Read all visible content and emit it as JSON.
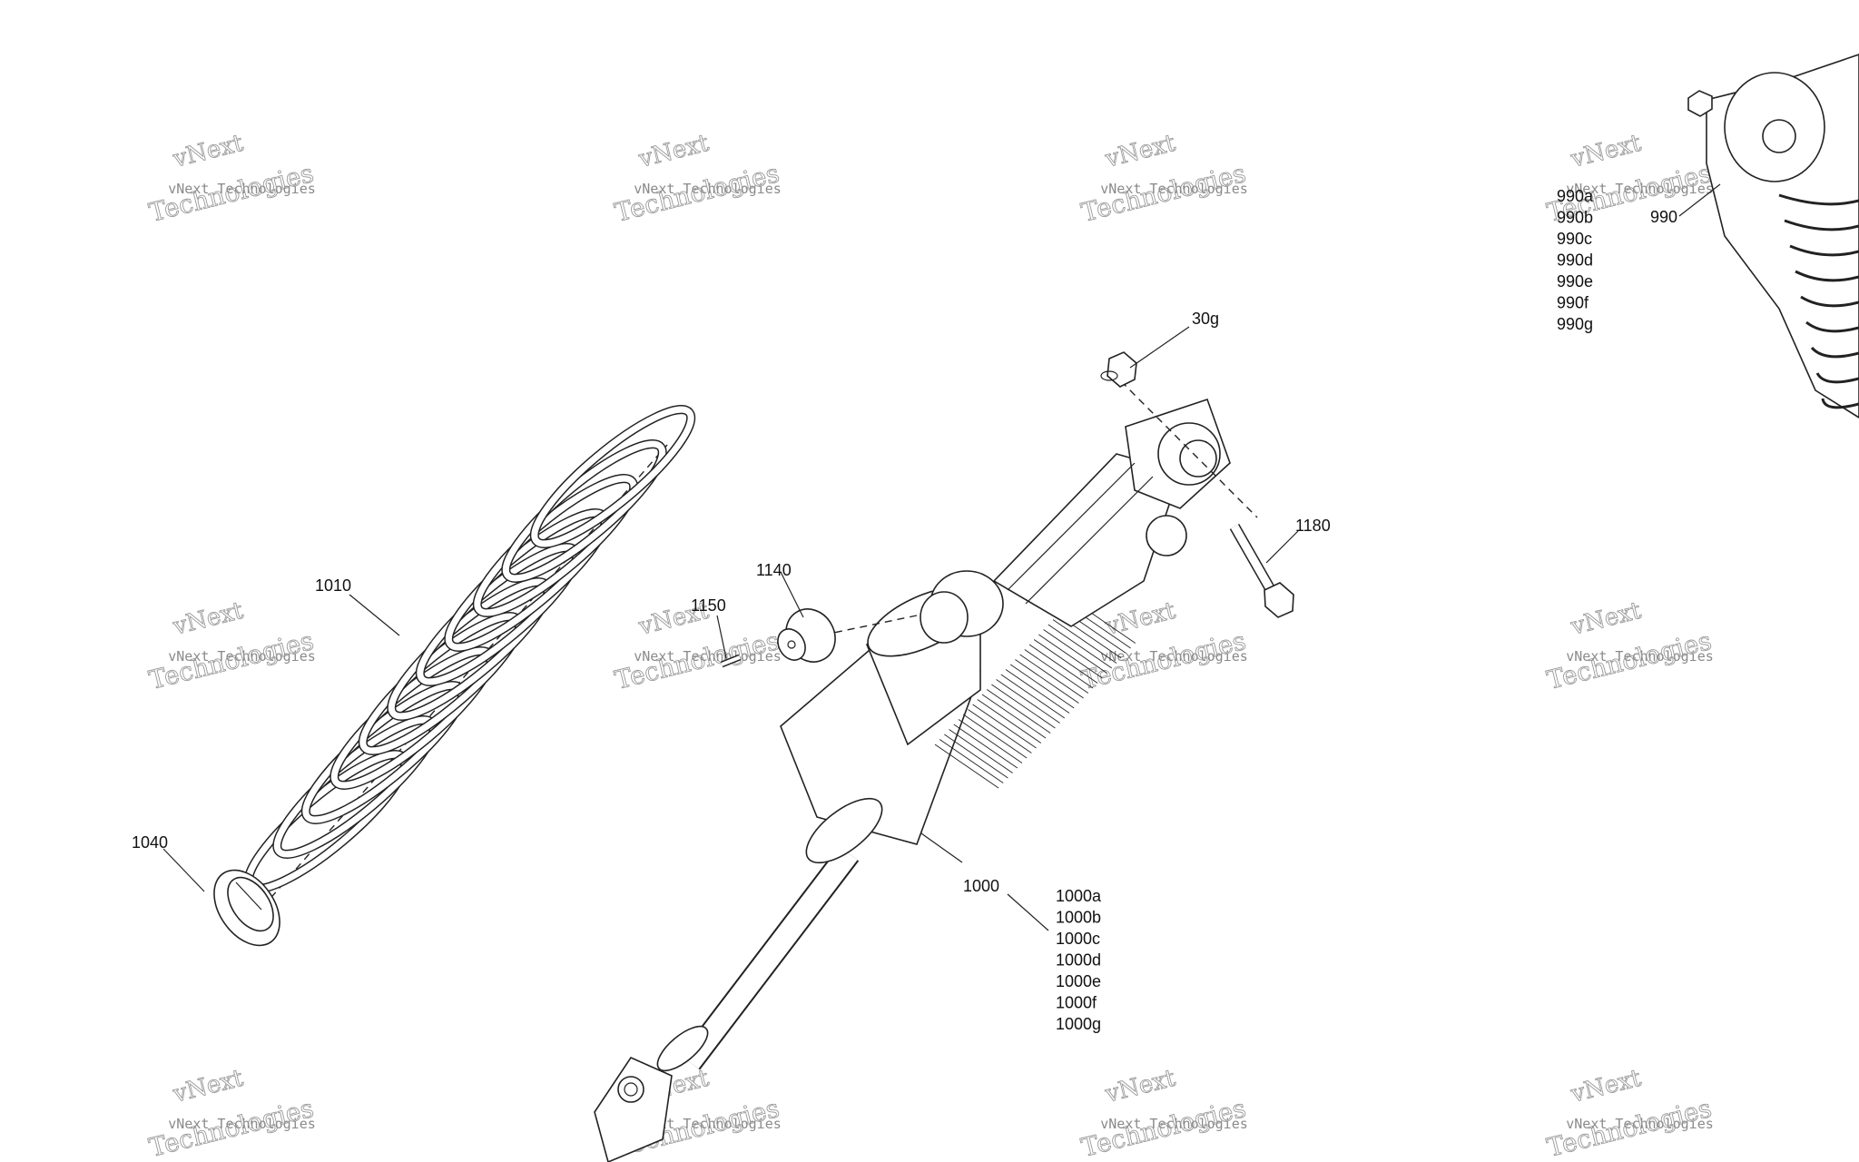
{
  "watermark": {
    "line1": "vNext",
    "line2": "vNext Technologies",
    "line3": "Technologies"
  },
  "callouts": {
    "c30g": "30g",
    "c1180": "1180",
    "c1140": "1140",
    "c1150": "1150",
    "c1010": "1010",
    "c1040": "1040",
    "c1000": "1000",
    "c990": "990",
    "variants_1000": [
      "1000a",
      "1000b",
      "1000c",
      "1000d",
      "1000e",
      "1000f",
      "1000g"
    ],
    "variants_990": [
      "990a",
      "990b",
      "990c",
      "990d",
      "990e",
      "990f",
      "990g"
    ]
  },
  "colors": {
    "line": "#222222",
    "watermark": "#9a9a9a",
    "background": "#ffffff"
  }
}
